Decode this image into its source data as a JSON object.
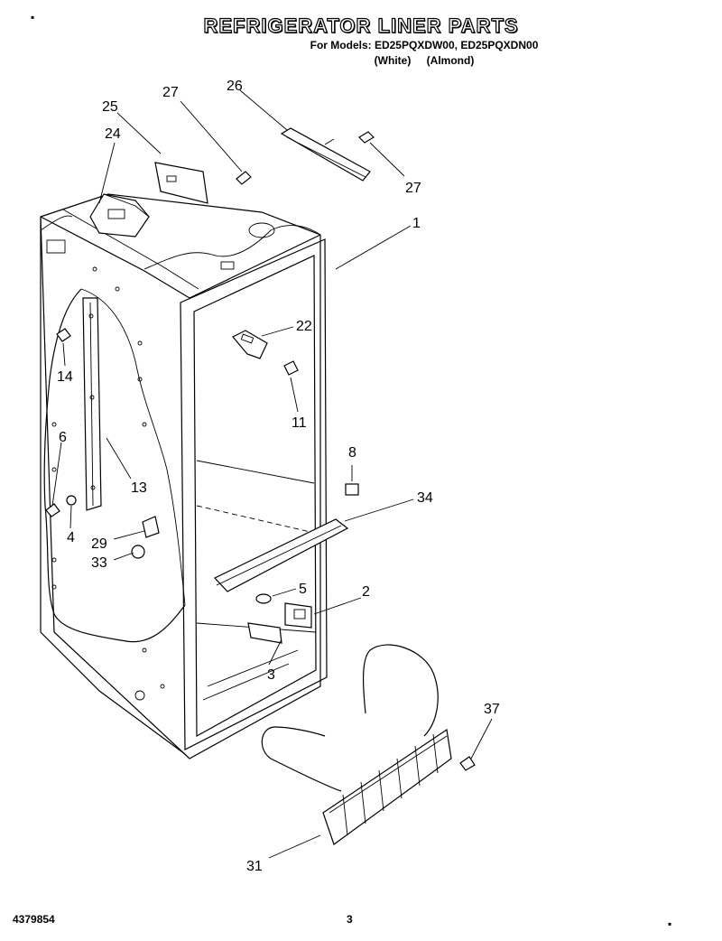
{
  "header": {
    "title": "REFRIGERATOR LINER PARTS",
    "models_line": "For Models: ED25PQXDW00, ED25PQXDN00",
    "variants_line": "(White) (Almond)"
  },
  "footer": {
    "document_number": "4379854",
    "page_number": "3"
  },
  "callouts": {
    "c1": "1",
    "c2": "2",
    "c3": "3",
    "c4": "4",
    "c5": "5",
    "c6": "6",
    "c8": "8",
    "c11": "11",
    "c13": "13",
    "c14": "14",
    "c22": "22",
    "c24": "24",
    "c25": "25",
    "c26": "26",
    "c27a": "27",
    "c27b": "27",
    "c29": "29",
    "c31": "31",
    "c33": "33",
    "c34": "34",
    "c37": "37"
  }
}
